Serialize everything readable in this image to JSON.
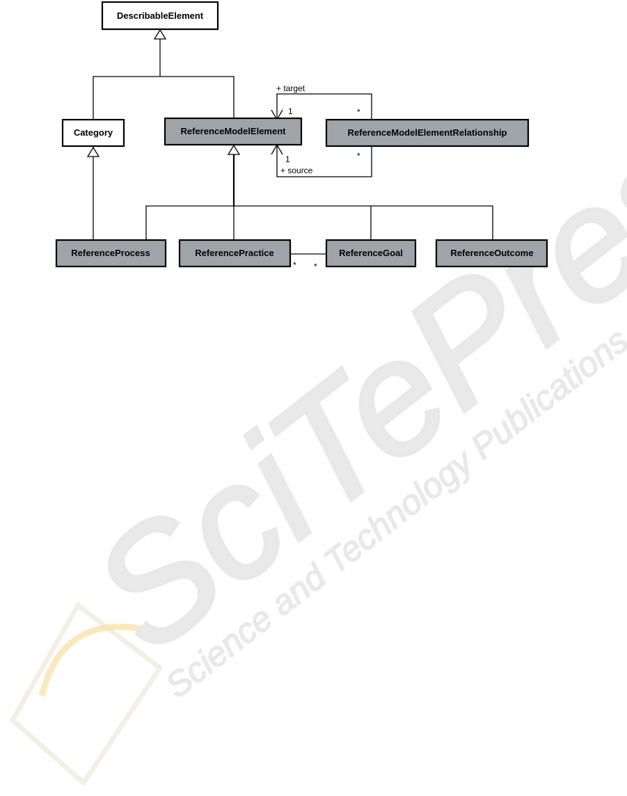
{
  "colors": {
    "element_fill": "#9ea4a7",
    "plain_fill": "#ffffff",
    "line": "#000000",
    "watermark_text": "#e6e6e6",
    "watermark_accent": "#f6d27a"
  },
  "classes": {
    "describable_element": "DescribableElement",
    "category": "Category",
    "reference_model_element": "ReferenceModelElement",
    "relationship": "ReferenceModelElementRelationship",
    "process": "ReferenceProcess",
    "practice": "ReferencePractice",
    "goal": "ReferenceGoal",
    "outcome": "ReferenceOutcome"
  },
  "associations": {
    "target_role": "+ target",
    "target_mult_near": "1",
    "target_mult_far": "*",
    "source_role": "+ source",
    "source_mult_near": "1",
    "source_mult_far": "*",
    "practice_goal_mult_left": "*",
    "practice_goal_mult_right": "*"
  },
  "watermark": {
    "big": "SciTePress",
    "small": "Science and Technology Publications"
  }
}
